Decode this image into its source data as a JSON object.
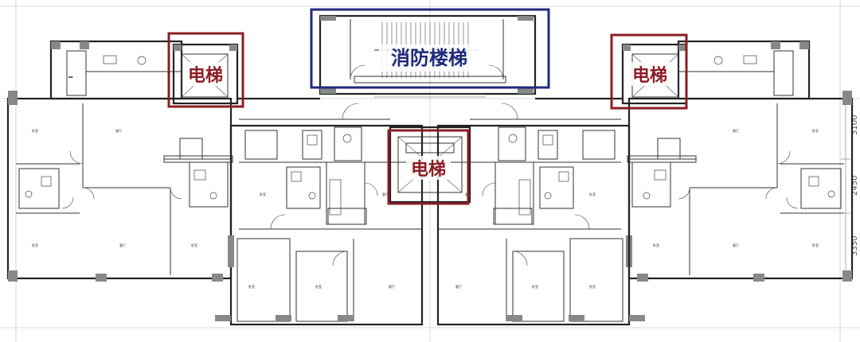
{
  "highlights": {
    "fire_stair": {
      "label": "消防楼梯",
      "color": "#1e2a7a"
    },
    "elevator_left": {
      "label": "电梯",
      "color": "#8b1e24"
    },
    "elevator_center": {
      "label": "电梯",
      "color": "#8b1e24"
    },
    "elevator_right": {
      "label": "电梯",
      "color": "#8b1e24"
    }
  },
  "dimensions": [
    "3100",
    "2450",
    "3350"
  ]
}
